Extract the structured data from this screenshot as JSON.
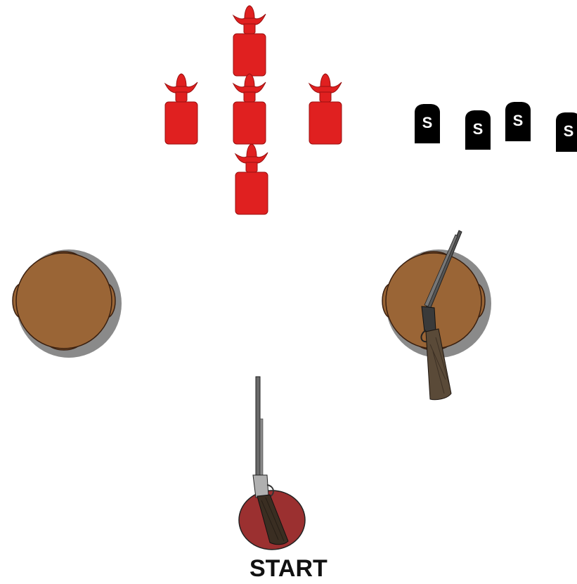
{
  "stage": {
    "start_label": "START",
    "colors": {
      "target_red": "#e02020",
      "target_outline": "#9a1010",
      "steel_black": "#000000",
      "table_brown": "#9a6536",
      "table_shadow": "#888888",
      "start_circle": "#9b3030",
      "gun_metal": "#555555",
      "gun_wood": "#4a3b2a"
    },
    "steel_targets": [
      {
        "label": "S"
      },
      {
        "label": "S"
      },
      {
        "label": "S"
      },
      {
        "label": "S"
      }
    ],
    "icons": {
      "cowboy_target": "cowboy-silhouette-target-icon",
      "steel_target": "steel-plate-target-icon",
      "table": "round-table-icon",
      "shotgun": "shotgun-icon",
      "rifle": "rifle-icon",
      "start_position": "start-position-icon"
    }
  }
}
